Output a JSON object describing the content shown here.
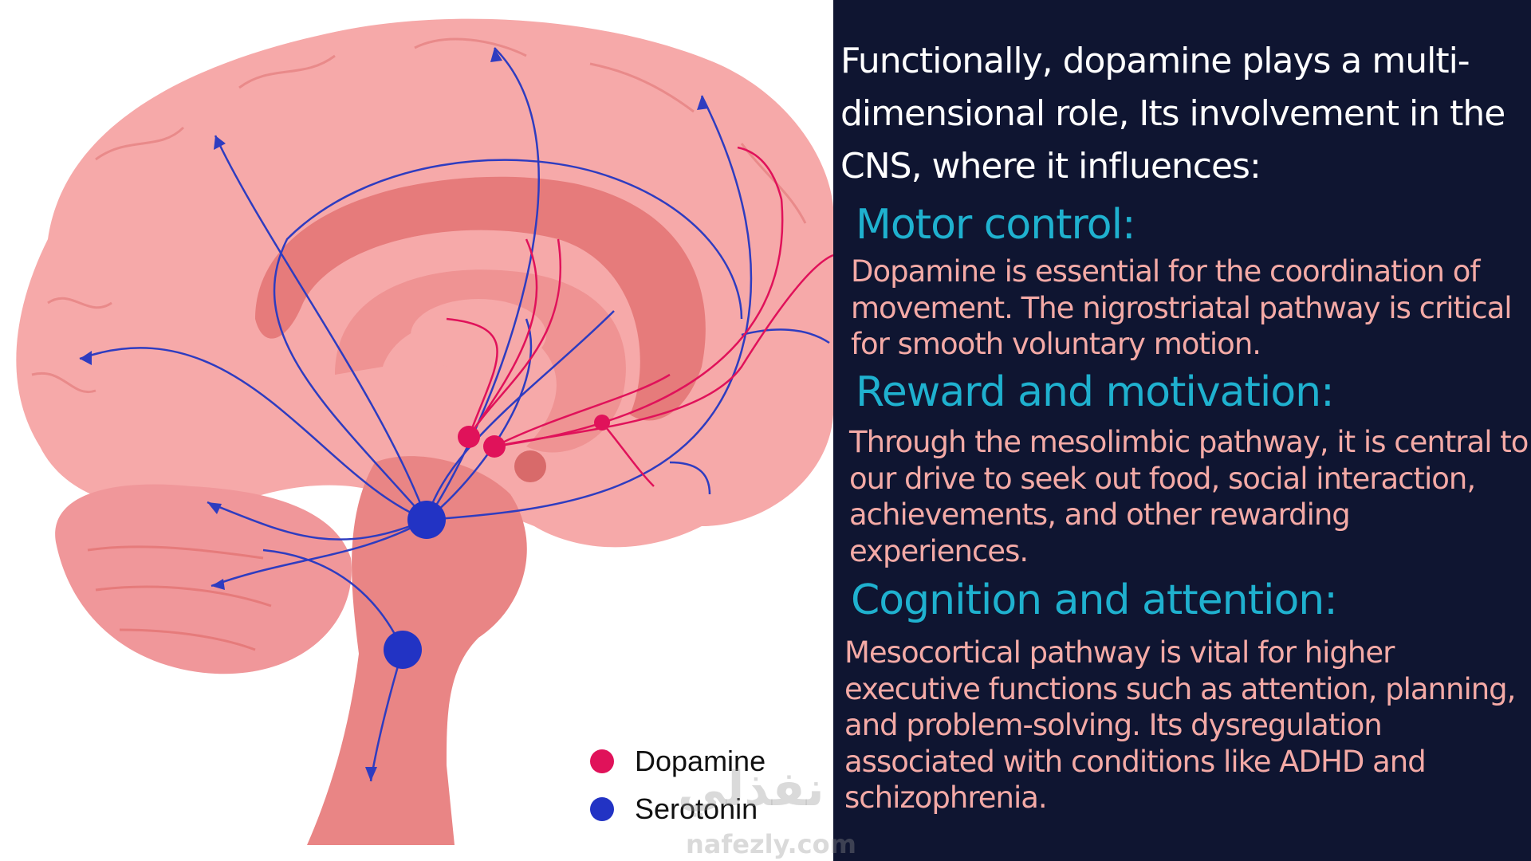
{
  "intro": "Functionally, dopamine plays a multi-dimensional role,  Its involvement in the CNS, where it influences:",
  "sections": [
    {
      "heading": "Motor control:",
      "text": "Dopamine is essential for the coordination of movement. The nigrostriatal pathway  is critical for smooth voluntary motion."
    },
    {
      "heading": "Reward and motivation:",
      "text": "Through the mesolimbic pathway, it is central to our drive to seek out food, social interaction, achievements, and other rewarding experiences."
    },
    {
      "heading": "Cognition and attention:",
      "text": "Mesocortical pathway is vital for higher executive functions such as attention, planning, and problem-solving. Its dysregulation associated with conditions like ADHD and schizophrenia."
    }
  ],
  "legend": [
    {
      "label": "Dopamine",
      "color": "#e0125a"
    },
    {
      "label": "Serotonin",
      "color": "#2233c4"
    }
  ],
  "watermark": {
    "arabic": "نفذلي",
    "latin": "nafezly.com"
  },
  "colors": {
    "panel": "#0f1531",
    "heading": "#1fb1cf",
    "body": "#f4aaa6",
    "brain": "#f6a9a9",
    "brain_dark": "#e98585"
  }
}
